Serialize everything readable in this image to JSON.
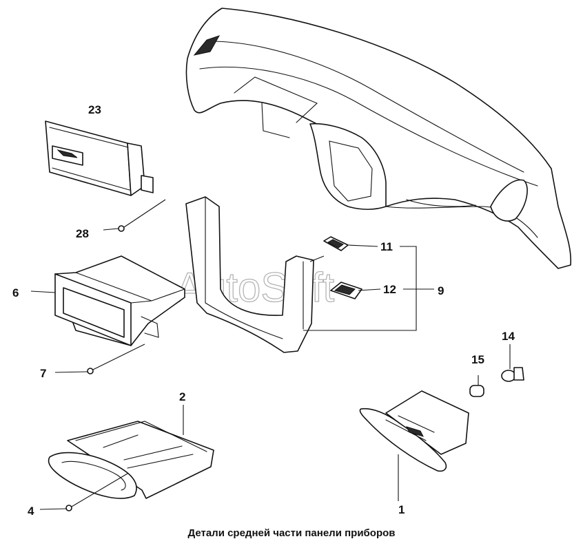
{
  "caption": "Детали средней части панели приборов",
  "watermark": "AutoSoft",
  "callouts": {
    "p1": "1",
    "p2": "2",
    "p4": "4",
    "p6": "6",
    "p7": "7",
    "p9": "9",
    "p11": "11",
    "p12": "12",
    "p14": "14",
    "p15": "15",
    "p23": "23",
    "p28": "28"
  },
  "colors": {
    "line": "#111111",
    "watermark": "#9a9a9a",
    "background": "#ffffff"
  }
}
